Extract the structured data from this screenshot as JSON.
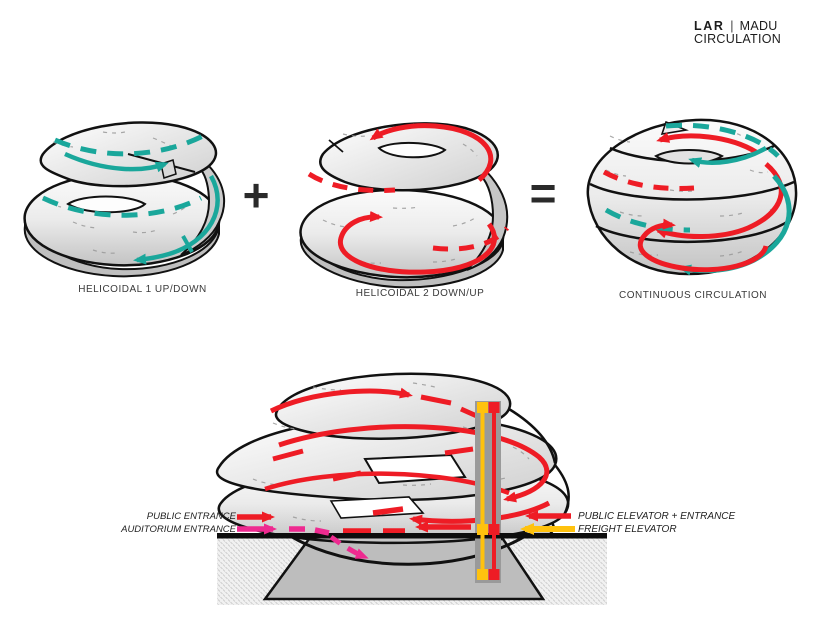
{
  "logo": {
    "brand_bold": "LAR",
    "separator": "|",
    "brand_light": "MADU",
    "subtitle": "CIRCULATION"
  },
  "operators": {
    "plus": "+",
    "equals": "="
  },
  "top_diagrams": [
    {
      "label": "HELICOIDAL 1 UP/DOWN",
      "arrow_color": "#1aa79b"
    },
    {
      "label": "HELICOIDAL 2 DOWN/UP",
      "arrow_color": "#ee1c25"
    },
    {
      "label": "CONTINUOUS CIRCULATION",
      "arrow_colors": [
        "#ee1c25",
        "#1aa79b"
      ]
    }
  ],
  "bottom_diagram": {
    "annotations_left": [
      {
        "text": "PUBLIC ENTRANCE",
        "arrow_color": "#ee1c25",
        "direction": "right"
      },
      {
        "text": "AUDITORIUM ENTRANCE",
        "arrow_color": "#ee2a90",
        "direction": "right"
      }
    ],
    "annotations_right": [
      {
        "text": "PUBLIC ELEVATOR + ENTRANCE",
        "arrow_color": "#ee1c25",
        "direction": "left"
      },
      {
        "text": "FREIGHT ELEVATOR",
        "arrow_color": "#ffc20e",
        "direction": "left"
      }
    ]
  },
  "colors": {
    "helicoidal1_teal": "#1aa79b",
    "helicoidal2_red": "#ee1c25",
    "auditorium_pink": "#ee2a90",
    "freight_yellow": "#ffc20e",
    "outline_black": "#111111",
    "shell_gray": "#d9d9d9",
    "podium_gray": "#bdbdbd"
  }
}
